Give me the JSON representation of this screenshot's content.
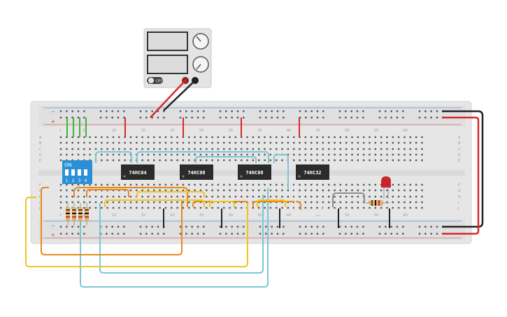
{
  "power_supply": {
    "switch_label": "OFF"
  },
  "breadboard": {
    "column_numbers": [
      "1",
      "5",
      "10",
      "15",
      "20",
      "25",
      "30",
      "35",
      "40",
      "45",
      "50",
      "55",
      "60"
    ],
    "row_letters_top": [
      "A",
      "B",
      "C",
      "D",
      "E"
    ],
    "row_letters_bottom": [
      "F",
      "G",
      "H",
      "I",
      "J"
    ],
    "rail_minus": "−",
    "rail_plus": "+"
  },
  "dip_switch": {
    "on_label": "ON",
    "numbers": [
      "1",
      "2",
      "3",
      "4"
    ]
  },
  "chips": [
    {
      "label": "74HC04"
    },
    {
      "label": "74HC08"
    },
    {
      "label": "74HC08"
    },
    {
      "label": "74HC32"
    }
  ],
  "colors": {
    "board": "#e6e6e6",
    "chip": "#2b2b2b",
    "wire_orange": "#e8891c",
    "wire_yellow": "#f2c51c",
    "wire_cyan": "#7cc6d6",
    "wire_red": "#d42a2a",
    "wire_black": "#222222",
    "wire_green": "#3fb43a",
    "wire_white": "#f4f4f4",
    "wire_gray": "#8e8e8e",
    "dip_blue": "#2a8fd6",
    "led_red": "#c8242a"
  }
}
